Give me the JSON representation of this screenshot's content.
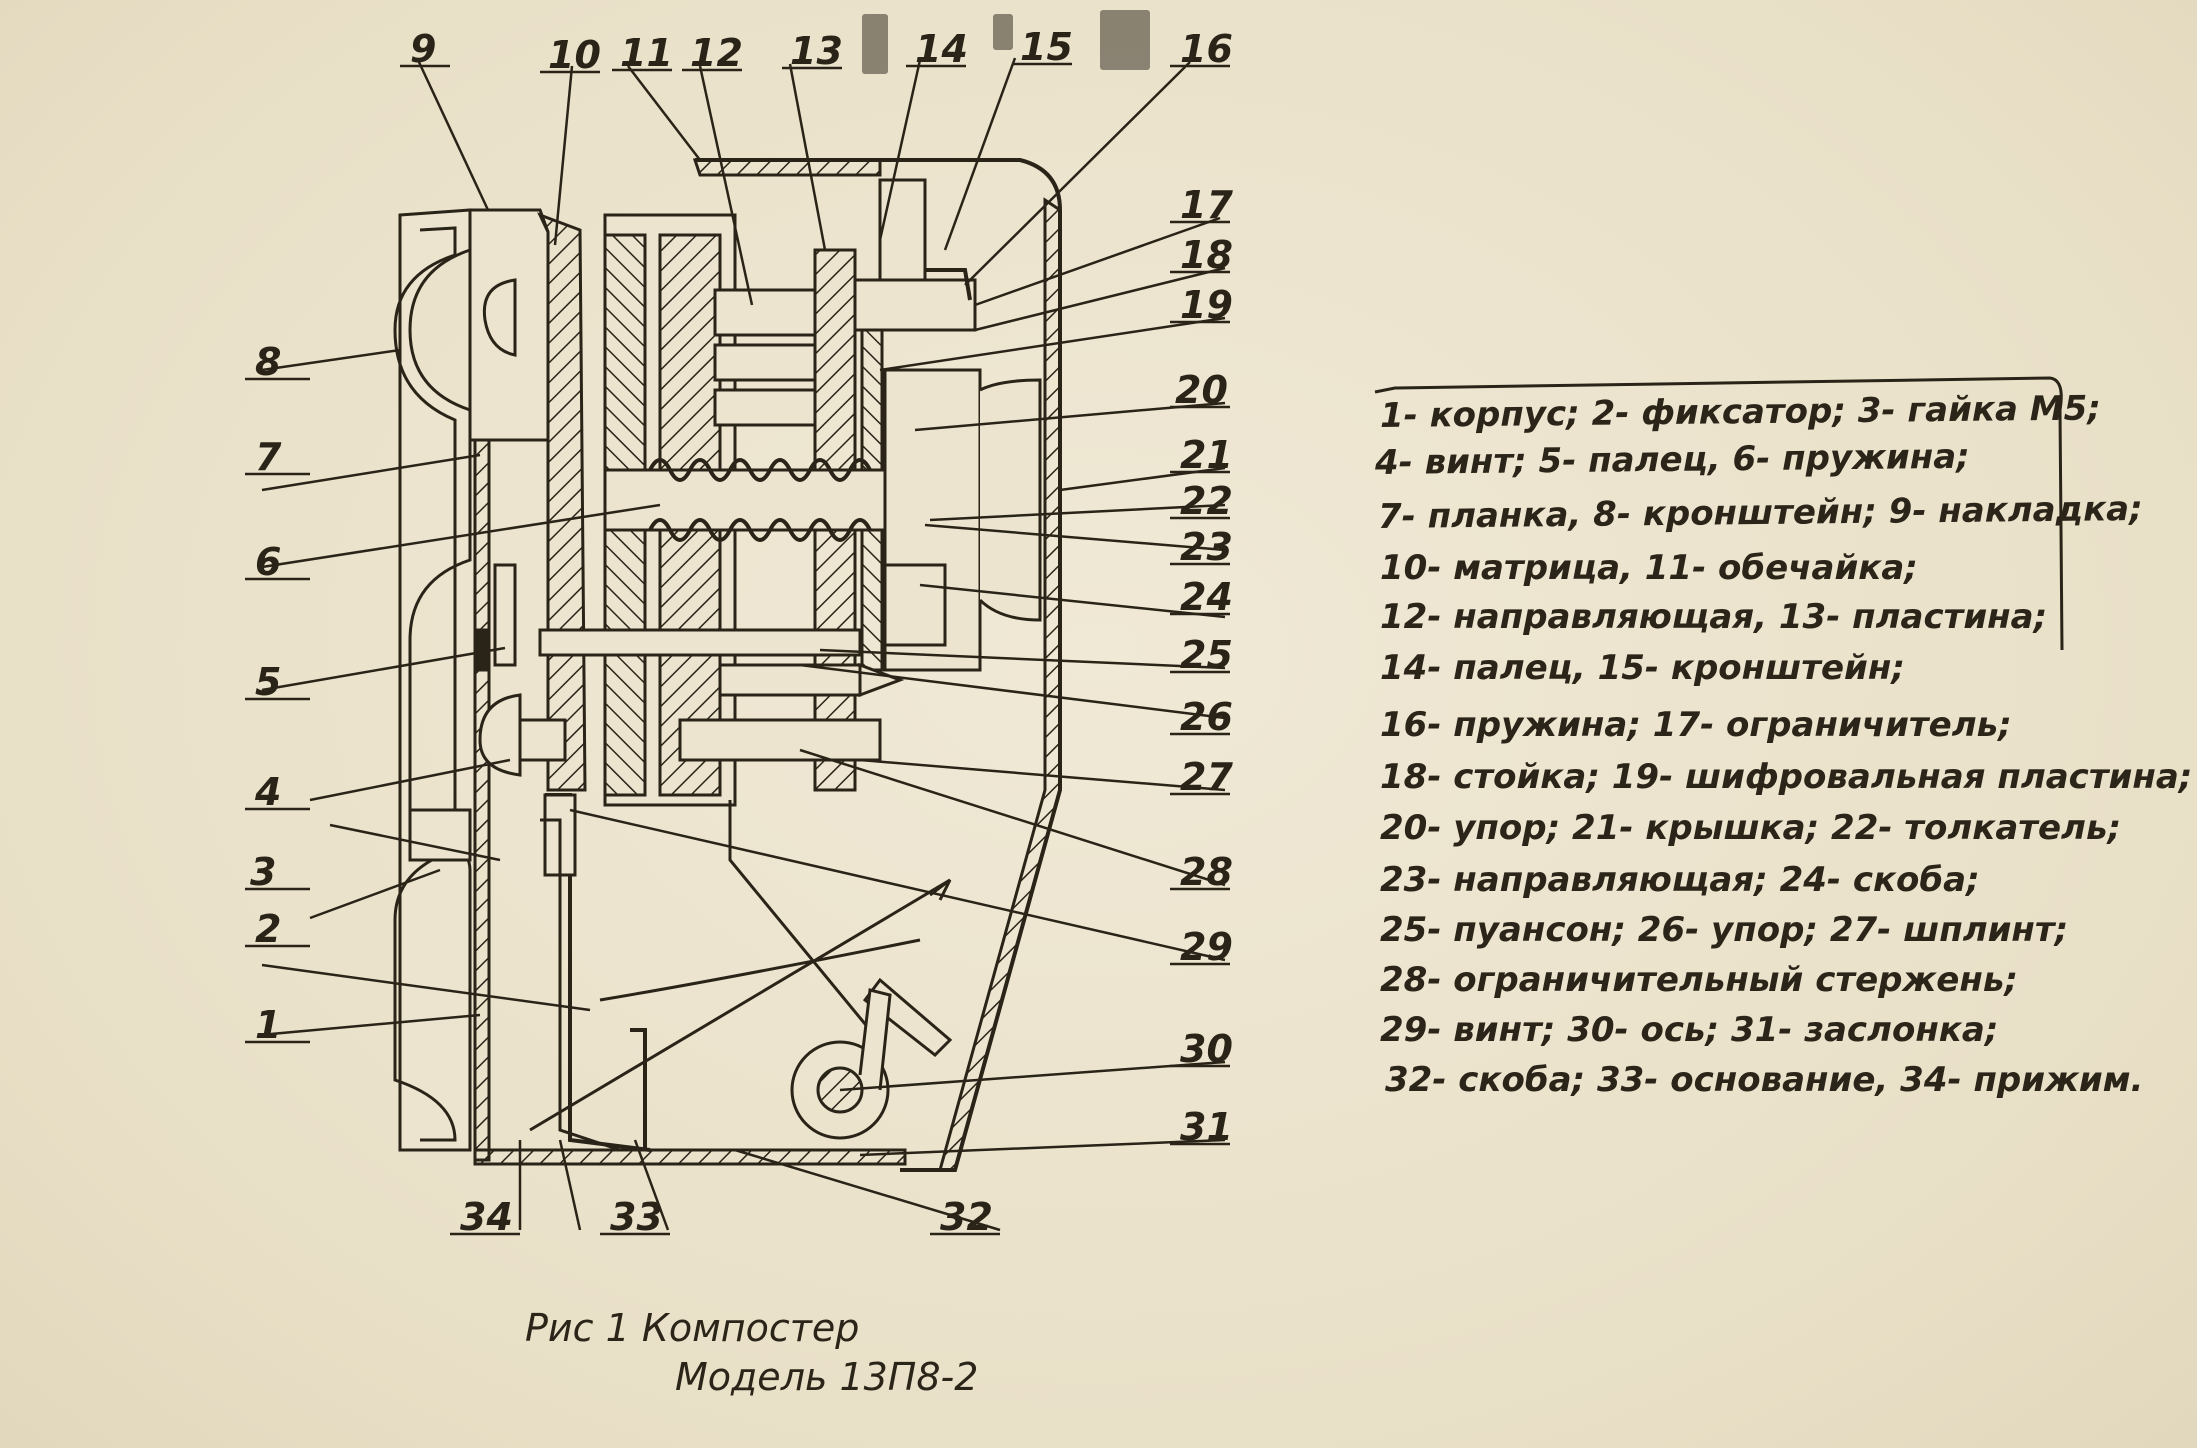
{
  "callouts": [
    "1",
    "2",
    "3",
    "4",
    "5",
    "6",
    "7",
    "8",
    "9",
    "10",
    "11",
    "12",
    "13",
    "14",
    "15",
    "16",
    "17",
    "18",
    "19",
    "20",
    "21",
    "22",
    "23",
    "24",
    "25",
    "26",
    "27",
    "28",
    "29",
    "30",
    "31",
    "32",
    "33",
    "34"
  ],
  "legend": [
    "1- корпус; 2- фиксатор; 3- гайка М5;",
    "4- винт; 5- палец, 6- пружина;",
    "7- планка, 8- кронштейн; 9- накладка;",
    "10- матрица, 11- обечайка;",
    "12- направляющая, 13- пластина;",
    "14- палец, 15- кронштейн;",
    "16- пружина; 17- ограничитель;",
    "18- стойка; 19- шифровальная пластина;",
    "20- упор; 21- крышка; 22- толкатель;",
    "23- направляющая; 24- скоба;",
    "25- пуансон; 26- упор; 27- шплинт;",
    "28- ограничительный стержень;",
    "29- винт; 30- ось; 31- заслонка;",
    "32- скоба; 33- основание, 34- прижим."
  ],
  "caption": {
    "line1": "Рис 1 Компостер",
    "line2": "Модель 13П8-2"
  }
}
